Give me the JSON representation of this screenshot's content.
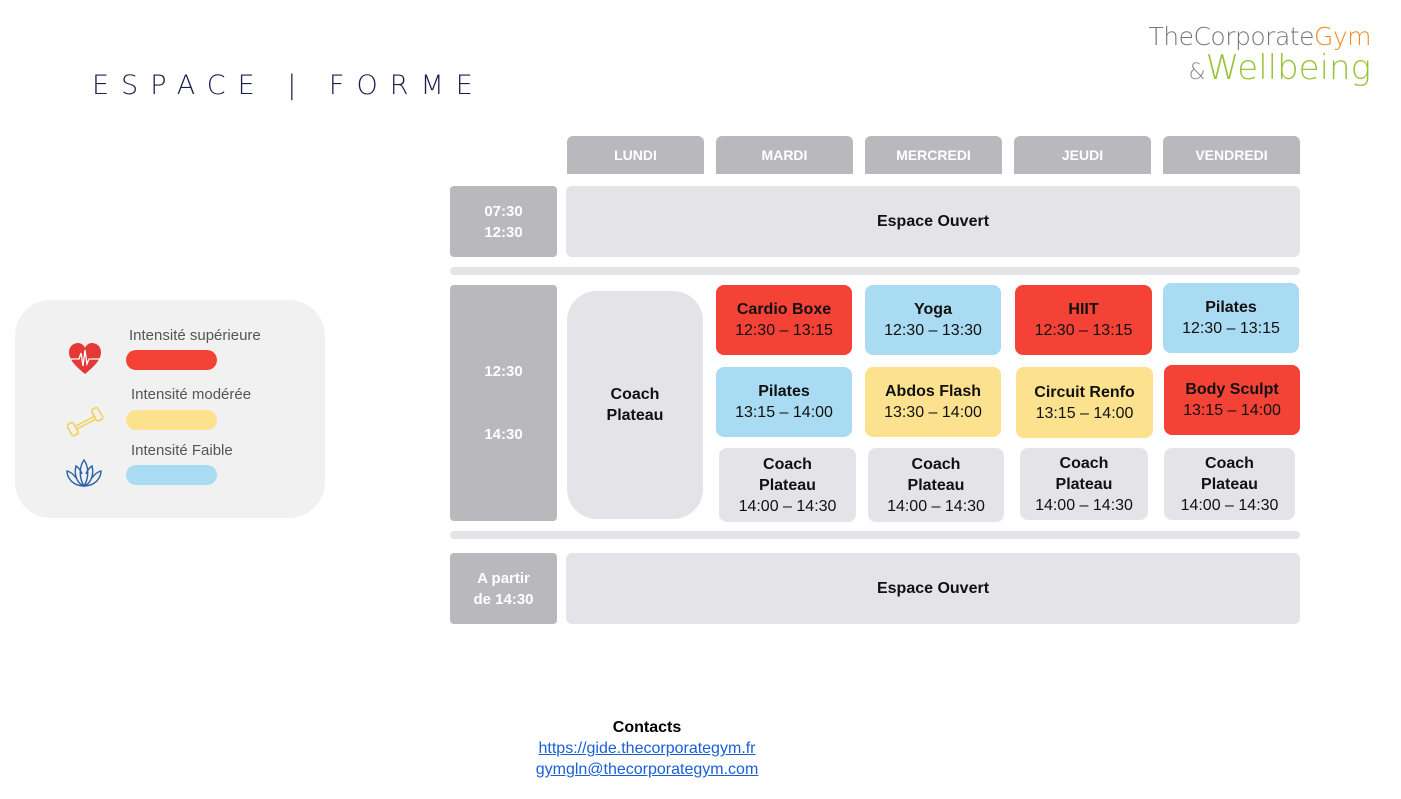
{
  "brand": "ESPACE | FORME",
  "logo": {
    "line1_a": "TheCorporate",
    "line1_b": "Gym",
    "amp": "&",
    "line2": "Wellbeing"
  },
  "days": [
    "LUNDI",
    "MARDI",
    "MERCREDI",
    "JEUDI",
    "VENDREDI"
  ],
  "slots": {
    "morning": [
      "07:30",
      "12:30"
    ],
    "midday": [
      "12:30",
      "14:30"
    ],
    "afternoon": [
      "A partir",
      "de 14:30"
    ]
  },
  "open_space": "Espace Ouvert",
  "lundi": {
    "title": "Coach Plateau"
  },
  "cells": {
    "mardi": [
      {
        "title": "Cardio Boxe",
        "time": "12:30 – 13:15"
      },
      {
        "title": "Pilates",
        "time": "13:15 – 14:00"
      },
      {
        "title": "Coach Plateau",
        "time": "14:00 – 14:30"
      }
    ],
    "mercredi": [
      {
        "title": "Yoga",
        "time": "12:30 – 13:30"
      },
      {
        "title": "Abdos Flash",
        "time": "13:30 – 14:00"
      },
      {
        "title": "Coach Plateau",
        "time": "14:00 – 14:30"
      }
    ],
    "jeudi": [
      {
        "title": "HIIT",
        "time": "12:30 – 13:15"
      },
      {
        "title": "Circuit Renfo",
        "time": "13:15 – 14:00"
      },
      {
        "title": "Coach Plateau",
        "time": "14:00 – 14:30"
      }
    ],
    "vendredi": [
      {
        "title": "Pilates",
        "time": "12:30 – 13:15"
      },
      {
        "title": "Body Sculpt",
        "time": "13:15 – 14:00"
      },
      {
        "title": "Coach Plateau",
        "time": "14:00 – 14:30"
      }
    ]
  },
  "legend": {
    "high": "Intensité supérieure",
    "moderate": "Intensité modérée",
    "low": "Intensité Faible",
    "colors": {
      "high": "#f44336",
      "moderate": "#fce28f",
      "low": "#a9dbf2"
    }
  },
  "contacts": {
    "title": "Contacts",
    "url": "https://gide.thecorporategym.fr",
    "email": "gymgln@thecorporategym.com"
  }
}
